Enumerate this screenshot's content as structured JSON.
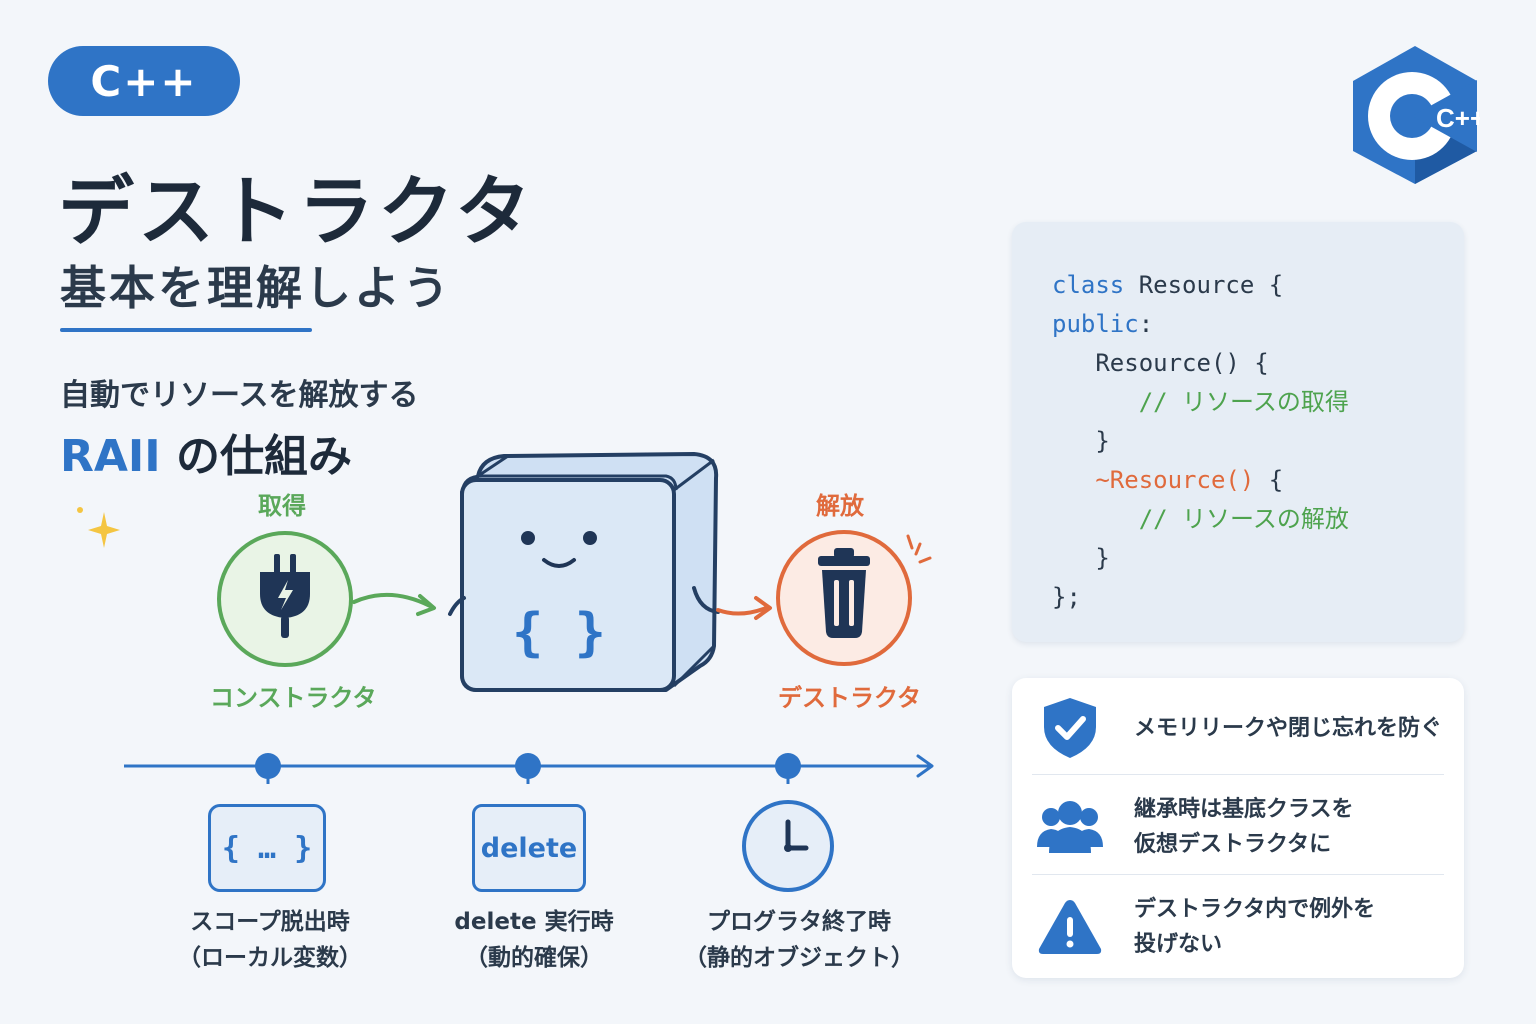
{
  "badge": {
    "label": "C++"
  },
  "logo": {
    "text": "C++",
    "icon": "cpp-logo"
  },
  "header": {
    "title": "デストラクタ",
    "subtitle": "基本を理解しよう"
  },
  "intro": {
    "lead": "自動でリソースを解放する",
    "raii_word": "RAII",
    "raii_rest": "の仕組み"
  },
  "diagram": {
    "acquire_label": "取得",
    "release_label": "解放",
    "constructor_label": "コンストラクタ",
    "destructor_label": "デストラクタ",
    "cube_symbol": "{ }",
    "constructor_icon": "plug-icon",
    "destructor_icon": "trash-icon"
  },
  "timeline": {
    "events": [
      {
        "icon_text": "{ … }",
        "line1": "スコープ脱出時",
        "line2": "（ローカル変数）"
      },
      {
        "icon_text": "delete",
        "line1": "delete 実行時",
        "line2": "（動的確保）"
      },
      {
        "icon_text": "",
        "line1": "プログラタ終了時",
        "line2": "（静的オブジェクト）"
      }
    ]
  },
  "code": {
    "lines": [
      {
        "kw": "class",
        "rest": " Resource {"
      },
      {
        "kw": "public",
        "rest": ":"
      },
      {
        "plain": "   Resource() {"
      },
      {
        "comment": "      // リソースの取得"
      },
      {
        "plain": "   }"
      },
      {
        "dtor": "   ~Resource()",
        "rest": " {"
      },
      {
        "comment": "      // リソースの解放"
      },
      {
        "plain": "   }"
      },
      {
        "plain": "};"
      }
    ]
  },
  "tips": [
    {
      "icon": "shield-check-icon",
      "line1": "メモリリークや閉じ忘れを防ぐ",
      "line2": ""
    },
    {
      "icon": "users-icon",
      "line1": "継承時は基底クラスを",
      "line2": "仮想デストラクタに"
    },
    {
      "icon": "warning-icon",
      "line1": "デストラクタ内で例外を",
      "line2": "投げない"
    }
  ],
  "colors": {
    "primary": "#2f74c6",
    "acquire": "#5aa85a",
    "release": "#e06a3c",
    "text": "#1d2a3a"
  }
}
